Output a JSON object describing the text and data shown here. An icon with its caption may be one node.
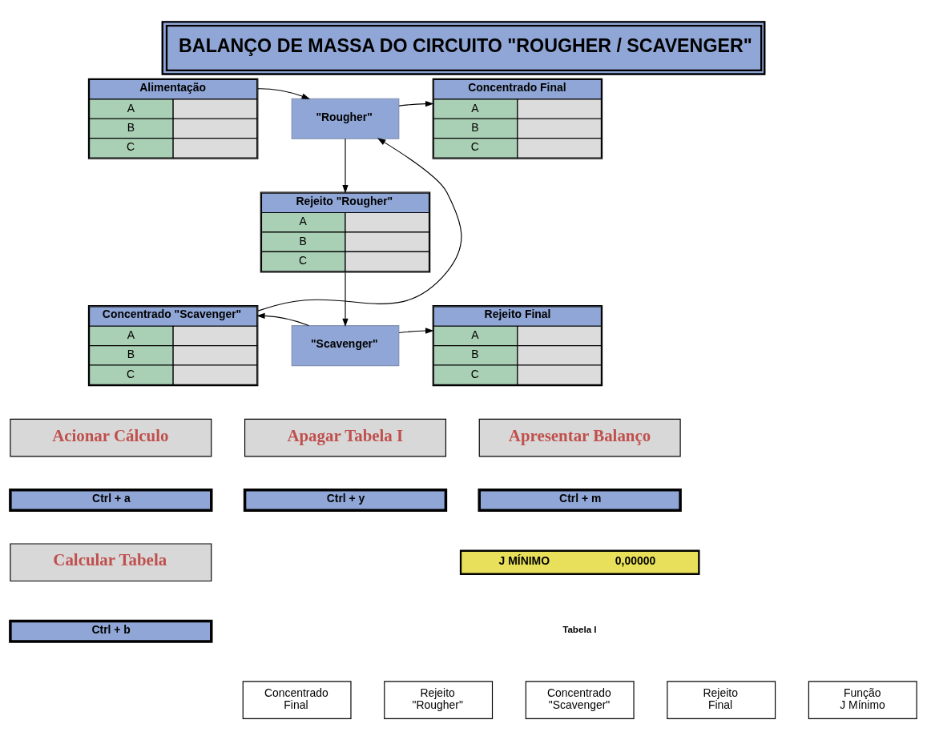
{
  "diagram": {
    "title": "BALANÇO DE MASSA DO CIRCUITO \"ROUGHER / SCAVENGER\"",
    "nodes": [
      {
        "text": [
          "Alimentação",
          "A",
          "B",
          "C"
        ]
      },
      {
        "text": [
          "\"Rougher\""
        ]
      },
      {
        "text": [
          "Concentrado Final",
          "A",
          "B",
          "C"
        ]
      },
      {
        "text": [
          "Rejeito \"Rougher\"",
          "A",
          "B",
          "C"
        ]
      },
      {
        "text": [
          "Concentrado \"Scavenger\"",
          "A",
          "B",
          "C"
        ]
      },
      {
        "text": [
          "\"Scavenger\""
        ]
      },
      {
        "text": [
          "Rejeito Final",
          "A",
          "B",
          "C"
        ]
      },
      {
        "text": [
          "Acionar Cálculo"
        ]
      },
      {
        "text": [
          "Apagar Tabela I"
        ]
      },
      {
        "text": [
          "Apresentar Balanço"
        ]
      },
      {
        "text": [
          "Ctrl + a"
        ]
      },
      {
        "text": [
          "Ctrl + y"
        ]
      },
      {
        "text": [
          "Ctrl + m"
        ]
      },
      {
        "text": [
          "Calcular Tabela"
        ]
      },
      {
        "text": [
          "Ctrl + b"
        ]
      },
      {
        "text": [
          "J MÍNIMO",
          "0,00000"
        ]
      }
    ],
    "edges": [
      {
        "from": 0,
        "to": 1,
        "arrow": "to"
      },
      {
        "from": 1,
        "to": 2,
        "arrow": "to"
      },
      {
        "from": 1,
        "to": 3,
        "arrow": "to"
      },
      {
        "from": 3,
        "to": 5,
        "arrow": "to"
      },
      {
        "from": 5,
        "to": 6,
        "arrow": "to"
      },
      {
        "from": 5,
        "to": 4,
        "arrow": "to"
      },
      {
        "from": 4,
        "to": 1,
        "arrow": "to"
      }
    ],
    "labels": [
      "Tabela I",
      "Concentrado Final",
      "Rejeito \"Rougher\"",
      "Concentrado \"Scavenger\"",
      "Rejeito Final",
      "Função J Mínimo"
    ]
  }
}
